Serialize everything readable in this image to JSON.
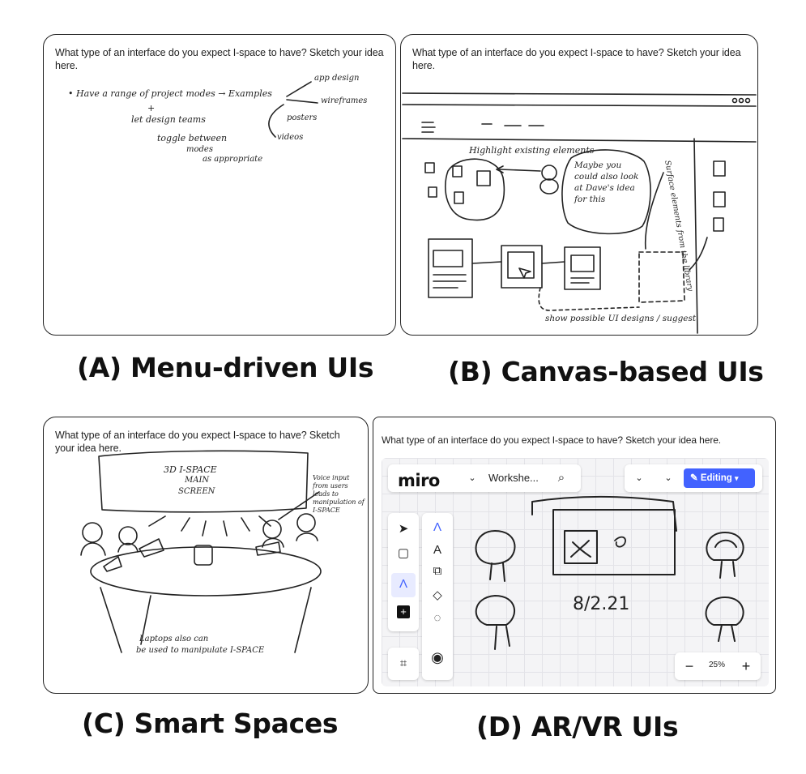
{
  "panels": [
    {
      "id": "A",
      "prompt": "What type of an interface do you expect I-space to have? Sketch your idea here.",
      "caption": "(A) Menu-driven UIs",
      "notes": [
        "• Have a range of project modes → Examples",
        "+",
        "let design teams",
        "toggle between",
        "modes",
        "as appropriate",
        "app design",
        "wireframes",
        "posters",
        "videos"
      ]
    },
    {
      "id": "B",
      "prompt": "What type of an interface do you expect I-space to have? Sketch your idea here.",
      "caption": "(B) Canvas-based UIs",
      "notes": [
        "Highlight existing elements",
        "Maybe you could also look at Dave's idea for this",
        "Surface elements from the library",
        "show possible UI designs / suggest"
      ]
    },
    {
      "id": "C",
      "prompt": "What type of an interface do you expect I-space to have? Sketch your idea here.",
      "caption": "(C) Smart Spaces",
      "notes": [
        "3D I-SPACE",
        "MAIN",
        "SCREEN",
        "Voice input from users leads to manipulation of I-SPACE",
        "Laptops also can",
        "be used to manipulate I-SPACE"
      ]
    },
    {
      "id": "D",
      "prompt": "What type of an interface do you expect I-space to have? Sketch your idea here.",
      "caption": "(D) AR/VR UIs",
      "notes": [
        "8/2.21"
      ]
    }
  ],
  "miro": {
    "logo": "miro",
    "board_name": "Workshe...",
    "editing_label": "Editing",
    "zoom": "25%",
    "accent": "#4262ff"
  }
}
